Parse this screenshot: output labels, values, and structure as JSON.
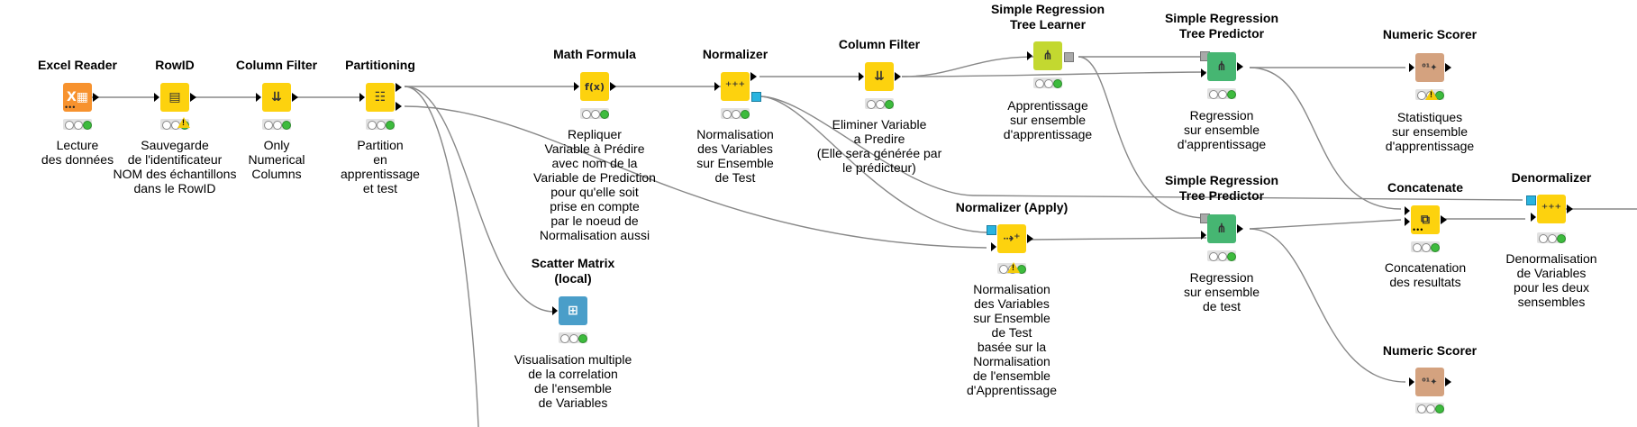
{
  "colors": {
    "reader": "#f7922e",
    "manipulator": "#fdd20e",
    "learner": "#c3d830",
    "predictor": "#46b672",
    "scorer": "#d4a27f",
    "visualizer": "#4a9ec9",
    "wire": "#888888",
    "status_ok": "#3dbb3d",
    "warning": "#f4cc0c",
    "flow_port": "#2ab4e0"
  },
  "nodes": [
    {
      "id": "excel",
      "title": "Excel Reader",
      "desc": "Lecture\ndes données",
      "icon": "excel-icon",
      "glyph": "X▦",
      "color": "reader"
    },
    {
      "id": "rowid",
      "title": "RowID",
      "desc": "Sauvegarde\nde l'identificateur\nNOM des échantillons\ndans le RowID",
      "icon": "rowid-icon",
      "glyph": "▤",
      "color": "manipulator"
    },
    {
      "id": "colfilter1",
      "title": "Column Filter",
      "desc": "Only\nNumerical\nColumns",
      "icon": "column-filter-icon",
      "glyph": "⇊",
      "color": "manipulator"
    },
    {
      "id": "partition",
      "title": "Partitioning",
      "desc": "Partition\nen\napprentissage\net test",
      "icon": "partitioning-icon",
      "glyph": "☷",
      "color": "manipulator"
    },
    {
      "id": "math",
      "title": "Math Formula",
      "desc": "Repliquer\nVariable à Prédire\navec nom de la\nVariable de Prediction\npour qu'elle soit\nprise en compte\npar le noeud de\nNormalisation aussi",
      "icon": "math-formula-icon",
      "glyph": "f(x)",
      "color": "manipulator"
    },
    {
      "id": "normalizer",
      "title": "Normalizer",
      "desc": "Normalisation\ndes Variables\nsur Ensemble\nde Test",
      "icon": "normalizer-icon",
      "glyph": "⁺⁺⁺",
      "color": "manipulator"
    },
    {
      "id": "colfilter2",
      "title": "Column Filter",
      "desc": "Eliminer Variable\na Predire\n(Elle sera générée par\nle prédicteur)",
      "icon": "column-filter-icon",
      "glyph": "⇊",
      "color": "manipulator"
    },
    {
      "id": "learner",
      "title": "Simple Regression\nTree Learner",
      "desc": "Apprentissage\nsur ensemble\nd'apprentissage",
      "icon": "tree-learner-icon",
      "glyph": "⋔",
      "color": "learner"
    },
    {
      "id": "predictor1",
      "title": "Simple Regression\nTree Predictor",
      "desc": "Regression\nsur ensemble\nd'apprentissage",
      "icon": "tree-predictor-icon",
      "glyph": "⋔",
      "color": "predictor"
    },
    {
      "id": "scorer1",
      "title": "Numeric Scorer",
      "desc": "Statistiques\nsur ensemble\nd'apprentissage",
      "icon": "numeric-scorer-icon",
      "glyph": "⁰¹✦",
      "color": "scorer"
    },
    {
      "id": "scatter",
      "title": "Scatter Matrix\n(local)",
      "desc": "Visualisation multiple\nde la correlation\nde l'ensemble\nde Variables",
      "icon": "scatter-matrix-icon",
      "glyph": "⊞",
      "color": "visualizer"
    },
    {
      "id": "normapply",
      "title": "Normalizer (Apply)",
      "desc": "Normalisation\ndes Variables\nsur Ensemble\nde Test\nbasée sur la\nNormalisation\nde l'ensemble\nd'Apprentissage",
      "icon": "normalizer-apply-icon",
      "glyph": "⇢⁺",
      "color": "manipulator"
    },
    {
      "id": "predictor2",
      "title": "Simple Regression\nTree Predictor",
      "desc": "Regression\nsur ensemble\nde test",
      "icon": "tree-predictor-icon",
      "glyph": "⋔",
      "color": "predictor"
    },
    {
      "id": "concat",
      "title": "Concatenate",
      "desc": "Concatenation\ndes resultats",
      "icon": "concatenate-icon",
      "glyph": "⧉",
      "color": "manipulator"
    },
    {
      "id": "denorm",
      "title": "Denormalizer",
      "desc": "Denormalisation\nde Variables\npour les deux\nsensembles",
      "icon": "denormalizer-icon",
      "glyph": "⁺⁺⁺",
      "color": "manipulator"
    },
    {
      "id": "scorer2",
      "title": "Numeric Scorer",
      "desc": "",
      "icon": "numeric-scorer-icon",
      "glyph": "⁰¹✦",
      "color": "scorer"
    }
  ]
}
